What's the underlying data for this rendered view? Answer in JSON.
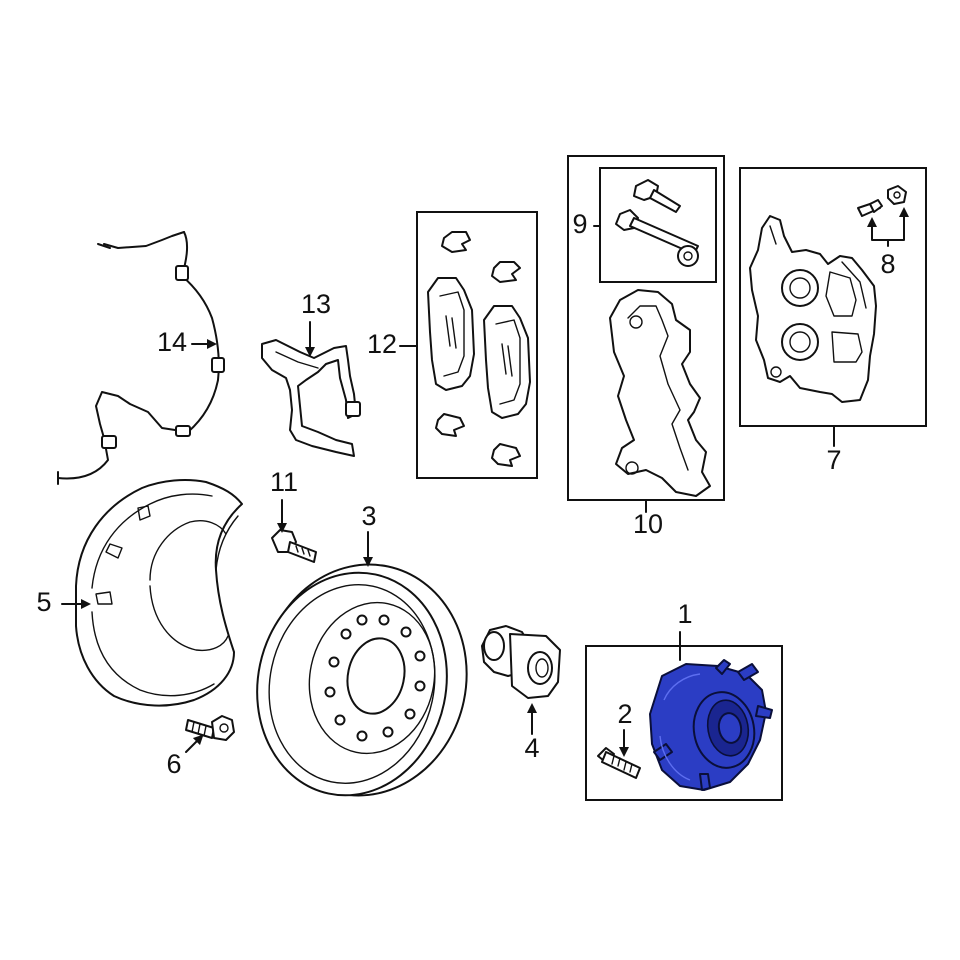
{
  "labels": {
    "p1": "1",
    "p2": "2",
    "p3": "3",
    "p4": "4",
    "p5": "5",
    "p6": "6",
    "p7": "7",
    "p8": "8",
    "p9": "9",
    "p10": "10",
    "p11": "11",
    "p12": "12",
    "p13": "13",
    "p14": "14"
  },
  "colors": {
    "highlight": "#2b3dc4",
    "line": "#111111",
    "background": "#ffffff"
  }
}
